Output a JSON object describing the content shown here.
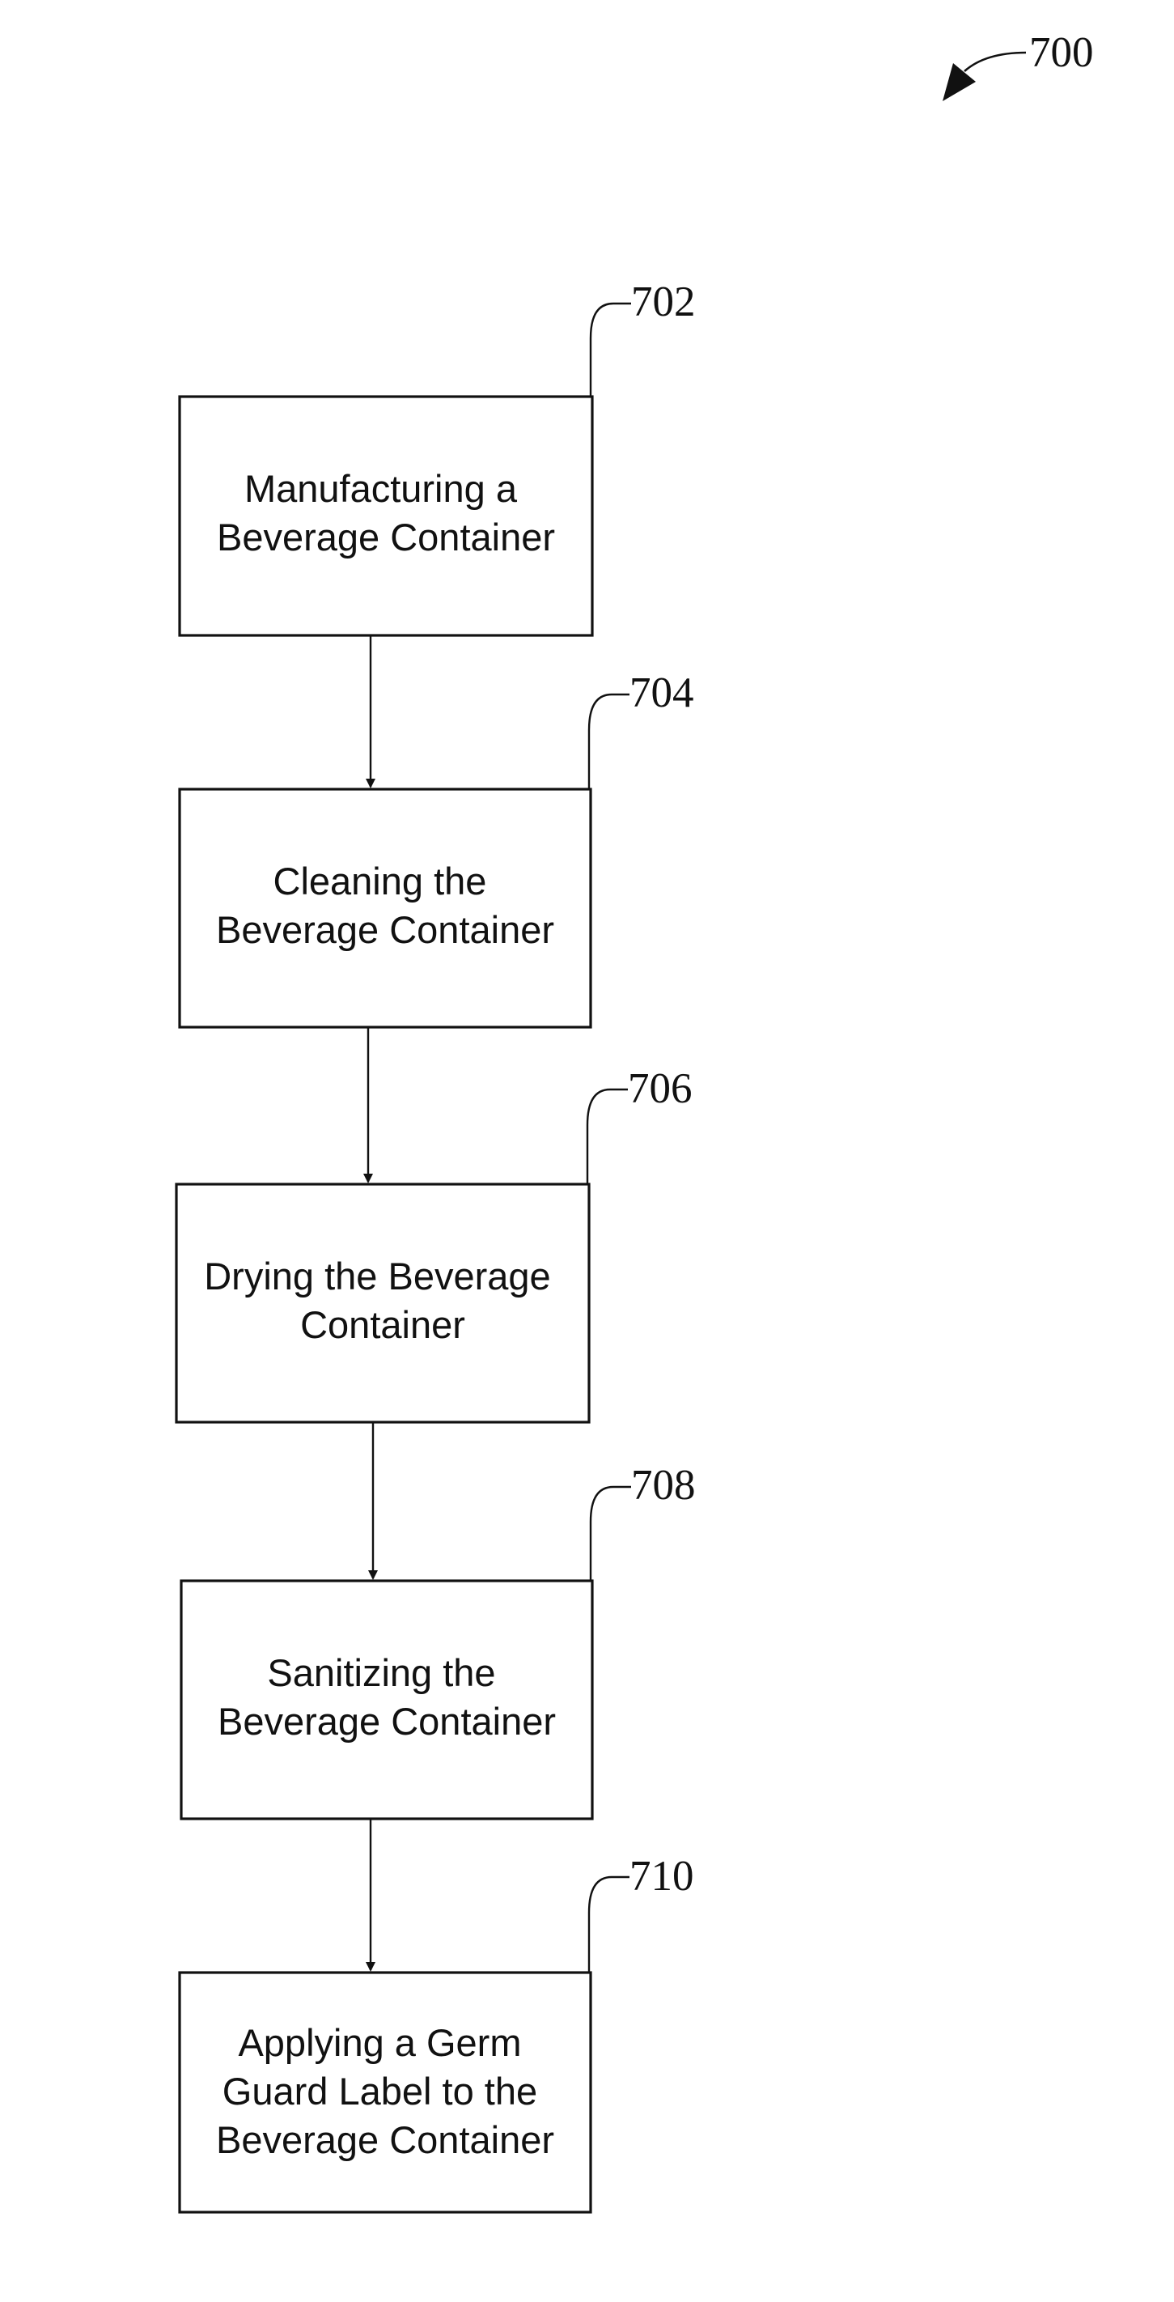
{
  "figure_label": "700",
  "steps": [
    {
      "ref": "702",
      "lines": [
        "Manufacturing a",
        "Beverage Container"
      ]
    },
    {
      "ref": "704",
      "lines": [
        "Cleaning the",
        "Beverage Container"
      ]
    },
    {
      "ref": "706",
      "lines": [
        "Drying the Beverage",
        "Container"
      ]
    },
    {
      "ref": "708",
      "lines": [
        "Sanitizing the",
        "Beverage Container"
      ]
    },
    {
      "ref": "710",
      "lines": [
        "Applying a Germ",
        "Guard Label to the",
        "Beverage Container"
      ]
    }
  ]
}
